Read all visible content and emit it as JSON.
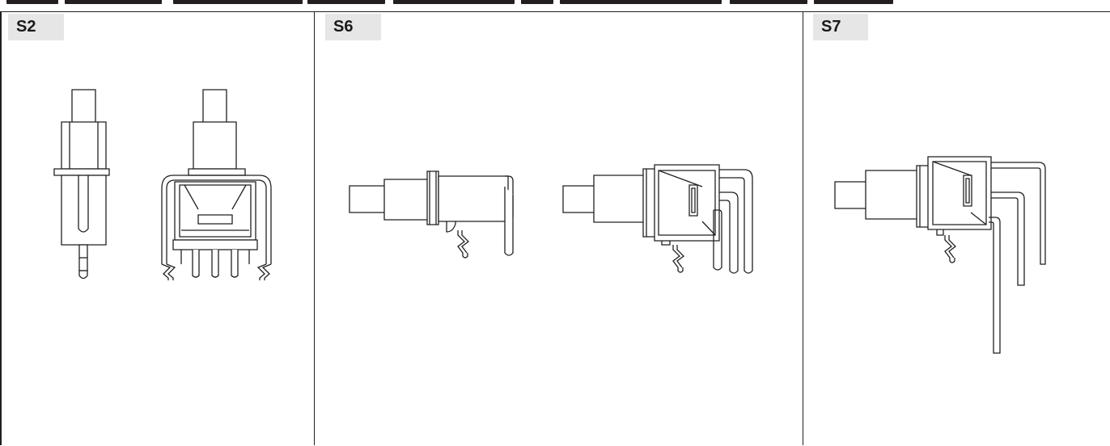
{
  "panels": [
    {
      "id": "s2",
      "label": "S2"
    },
    {
      "id": "s6",
      "label": "S6"
    },
    {
      "id": "s7",
      "label": "S7"
    }
  ],
  "colors": {
    "line": "#231f20",
    "tag_background": "#e6e6e6",
    "background": "#ffffff"
  }
}
